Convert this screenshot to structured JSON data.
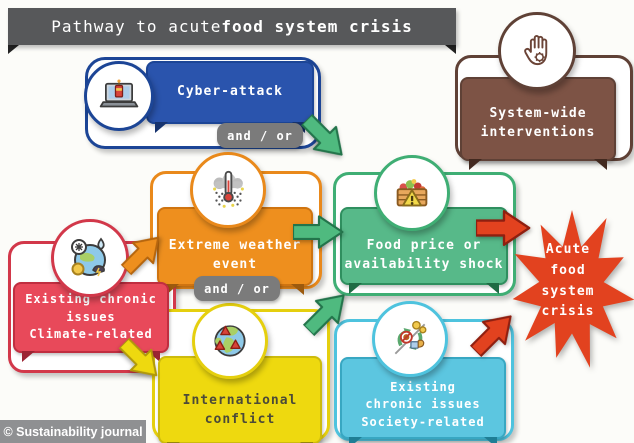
{
  "title": {
    "prefix": "Pathway to acute ",
    "bold": "food system crisis"
  },
  "labels": {
    "and_or": "and / or"
  },
  "nodes": {
    "cyber": {
      "label": "Cyber-attack"
    },
    "weather": {
      "line1": "Extreme weather",
      "line2": "event"
    },
    "climate": {
      "line1": "Existing chronic",
      "line2": "issues",
      "line3": "Climate-related"
    },
    "conflict": {
      "line1": "International",
      "line2": "conflict"
    },
    "food": {
      "line1": "Food price or",
      "line2": "availability shock"
    },
    "society": {
      "line1": "Existing",
      "line2": "chronic issues",
      "line3": "Society-related"
    },
    "interventions": {
      "line1": "System-wide",
      "line2": "interventions"
    },
    "crisis": {
      "line1": "Acute",
      "line2": "food",
      "line3": "system",
      "line4": "crisis"
    }
  },
  "footer": {
    "credit": "© Sustainability journal"
  },
  "icons": {
    "cyber": "laptop-malware-icon",
    "weather": "storm-thermometer-icon",
    "climate": "climate-globe-icon",
    "conflict": "conflict-globe-icon",
    "food": "food-basket-warning-icon",
    "society": "supply-cycle-icon",
    "interventions": "stop-hand-gear-icon"
  },
  "colors": {
    "title_bar": "#57585a",
    "pill_gray": "#7b7b7b",
    "blue": "#2a54ad",
    "orange": "#ee8f1e",
    "red": "#e8495a",
    "yellow": "#eed90f",
    "green": "#57b989",
    "cyan": "#5cc6e0",
    "brown": "#7d5345",
    "starburst_red": "#e2421f",
    "green_arrow": "#4fba7f",
    "credit_bar": "#8f9092"
  }
}
